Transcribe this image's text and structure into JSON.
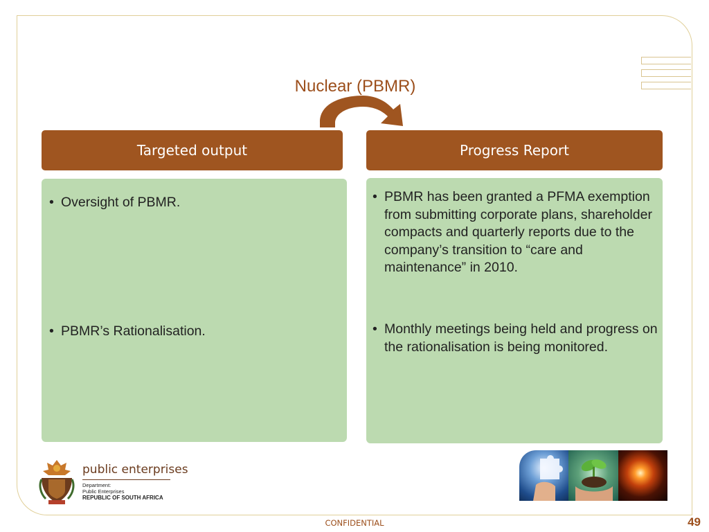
{
  "slide": {
    "title": "Nuclear (PBMR)",
    "footer": "CONFIDENTIAL",
    "page_number": "49"
  },
  "left_column": {
    "header": "Targeted output",
    "bullets": [
      "Oversight of PBMR.",
      "PBMR’s Rationalisation."
    ]
  },
  "right_column": {
    "header": "Progress Report",
    "bullets": [
      "PBMR has been granted a PFMA exemption from submitting corporate plans, shareholder compacts and quarterly reports due to the company’s transition to “care and maintenance” in 2010.",
      "Monthly meetings being held and progress on the rationalisation is being monitored."
    ]
  },
  "logo": {
    "name": "public enterprises",
    "line1": "Department:",
    "line2": "Public Enterprises",
    "line3": "REPUBLIC OF SOUTH AFRICA",
    "emblem_icon": "coat-of-arms-icon"
  },
  "photos": {
    "items": [
      "puzzle-hands-photo",
      "seedling-hands-photo",
      "energy-burst-photo"
    ]
  },
  "colors": {
    "header_brown": "#9f5520",
    "panel_green": "#bcdab0",
    "title_brown": "#9c4f1c",
    "frame_gold": "#e0cf98"
  }
}
